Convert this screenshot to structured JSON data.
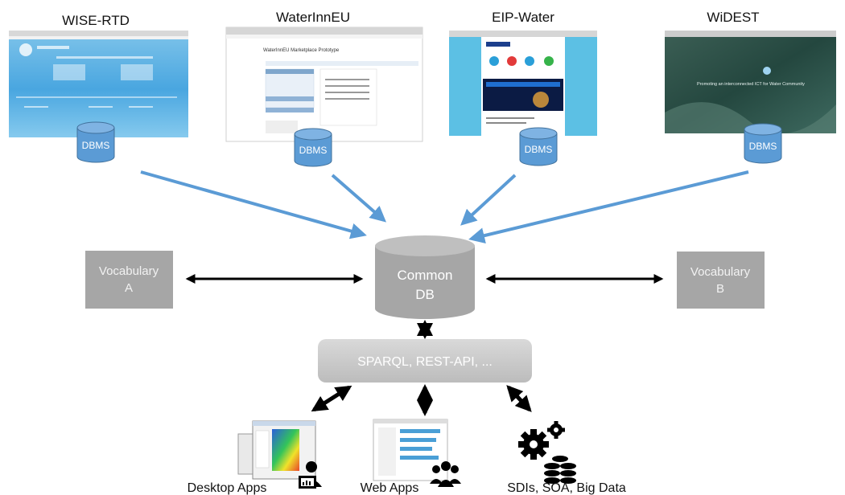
{
  "sources": [
    {
      "title": "WISE-RTD",
      "db_label": "DBMS",
      "site_caption": ""
    },
    {
      "title": "WaterInnEU",
      "db_label": "DBMS",
      "site_caption": "WaterInnEU Marketplace Prototype"
    },
    {
      "title": "EIP-Water",
      "db_label": "DBMS",
      "site_caption": ""
    },
    {
      "title": "WiDEST",
      "db_label": "DBMS",
      "site_caption": "Promoting an interconnected ICT for Water Community"
    }
  ],
  "central": {
    "common_db_line1": "Common",
    "common_db_line2": "DB",
    "vocab_a_line1": "Vocabulary",
    "vocab_a_line2": "A",
    "vocab_b_line1": "Vocabulary",
    "vocab_b_line2": "B",
    "api_label": "SPARQL, REST-API, ..."
  },
  "consumers": {
    "desktop": "Desktop Apps",
    "web": "Web Apps",
    "sdi": "SDIs, SOA, Big Data"
  },
  "colors": {
    "db_blue": "#5b9bd5",
    "arrow_blue": "#5b9bd5",
    "gray_box": "#a6a6a6",
    "common_db": "#a6a6a6"
  },
  "icons": [
    "person-monitor-icon",
    "group-icon",
    "gears-icon",
    "database-stack-icon"
  ]
}
